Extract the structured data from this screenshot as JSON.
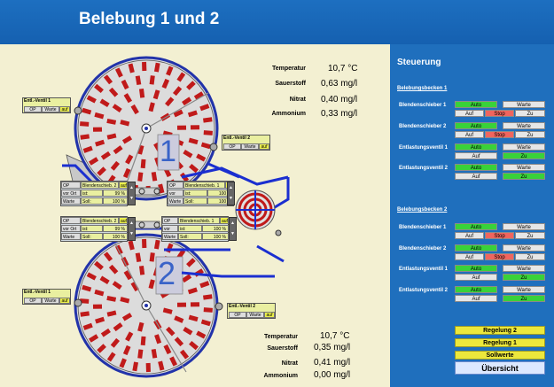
{
  "header": {
    "title": "Belebung 1 und 2"
  },
  "measurements": {
    "becken1": [
      {
        "label": "Temperatur",
        "value": "10,7 °C"
      },
      {
        "label": "Sauerstoff",
        "value": "0,63 mg/l"
      },
      {
        "label": "Nitrat",
        "value": "0,40 mg/l"
      },
      {
        "label": "Ammonium",
        "value": "0,33 mg/l"
      }
    ],
    "becken2": [
      {
        "label": "Temperatur",
        "value": "10,7 °C"
      },
      {
        "label": "Sauerstoff",
        "value": "0,35 mg/l"
      },
      {
        "label": "Nitrat",
        "value": "0,41 mg/l"
      },
      {
        "label": "Ammonium",
        "value": "0,00 mg/l"
      }
    ]
  },
  "tanks": {
    "label1": "1",
    "label2": "2"
  },
  "valves": {
    "v1_top": {
      "title": "Entl.-Ventil 1",
      "op": "OP",
      "warte": "Warte",
      "auf": "auf"
    },
    "v2_top": {
      "title": "Entl.-Ventil 2",
      "op": "OP",
      "warte": "Warte",
      "auf": "auf"
    },
    "v1_bot": {
      "title": "Entl.-Ventil 1",
      "op": "OP",
      "warte": "Warte",
      "auf": "auf"
    },
    "v2_bot": {
      "title": "Entl.-Ventil 2",
      "op": "OP",
      "warte": "Warte",
      "auf": "auf"
    }
  },
  "blenden": [
    {
      "op": "OP",
      "name": "Blendenschieb. 2",
      "state": "auf",
      "mode1": "vor Ort",
      "mode2": "Warte",
      "ist": "ist:",
      "ist_val": "99 %",
      "soll": "Soll:",
      "soll_val": "100 %"
    },
    {
      "op": "OP",
      "name": "Blendenschieb. 1",
      "state": "auf",
      "mode1": "vor Ort",
      "mode2": "Warte",
      "ist": "ist:",
      "ist_val": "100 %",
      "soll": "Soll:",
      "soll_val": "100 %"
    },
    {
      "op": "OP",
      "name": "Blendenschieb. 2",
      "state": "auf",
      "mode1": "vor Ort",
      "mode2": "Warte",
      "ist": "ist:",
      "ist_val": "99 %",
      "soll": "Soll:",
      "soll_val": "100 %"
    },
    {
      "op": "OP",
      "name": "Blendenschieb. 1",
      "state": "auf",
      "mode1": "vor Ort",
      "mode2": "Warte",
      "ist": "ist:",
      "ist_val": "100 %",
      "soll": "Soll:",
      "soll_val": "100 %"
    }
  ],
  "panel": {
    "title": "Steuerung",
    "section1": "Belebungsbecken 1",
    "section2": "Belebungsbecken 2",
    "rows1": [
      {
        "label": "Blendenschieber 1",
        "auto": "Auto",
        "warte": "Warte",
        "auf": "Auf",
        "stop": "Stop",
        "zu": "Zu"
      },
      {
        "label": "Blendenschieber 2",
        "auto": "Auto",
        "warte": "Warte",
        "auf": "Auf",
        "stop": "Stop",
        "zu": "Zu"
      },
      {
        "label": "Entlastungsventil 1",
        "auto": "Auto",
        "warte": "Warte",
        "auf": "Auf",
        "zu": "Zu"
      },
      {
        "label": "Entlastungsventil 2",
        "auto": "Auto",
        "warte": "Warte",
        "auf": "Auf",
        "zu": "Zu"
      }
    ],
    "rows2": [
      {
        "label": "Blendenschieber 1",
        "auto": "Auto",
        "warte": "Warte",
        "auf": "Auf",
        "stop": "Stop",
        "zu": "Zu"
      },
      {
        "label": "Blendenschieber 2",
        "auto": "Auto",
        "warte": "Warte",
        "auf": "Auf",
        "stop": "Stop",
        "zu": "Zu"
      },
      {
        "label": "Entlastungsventil 1",
        "auto": "Auto",
        "warte": "Warte",
        "auf": "Auf",
        "zu": "Zu"
      },
      {
        "label": "Entlastungsventil 2",
        "auto": "Auto",
        "warte": "Warte",
        "auf": "Auf",
        "zu": "Zu"
      }
    ],
    "regelung2": "Regelung 2",
    "regelung1": "Regelung 1",
    "sollwerte": "Sollwerte",
    "uebersicht": "Übersicht"
  },
  "colors": {
    "header": "#1d6fc0",
    "panel": "#1f6fbd",
    "pipe": "#1b2fd0",
    "aerator": "#c01a1a",
    "green": "#39d239",
    "red": "#f0655e",
    "yellow": "#ece83c"
  }
}
